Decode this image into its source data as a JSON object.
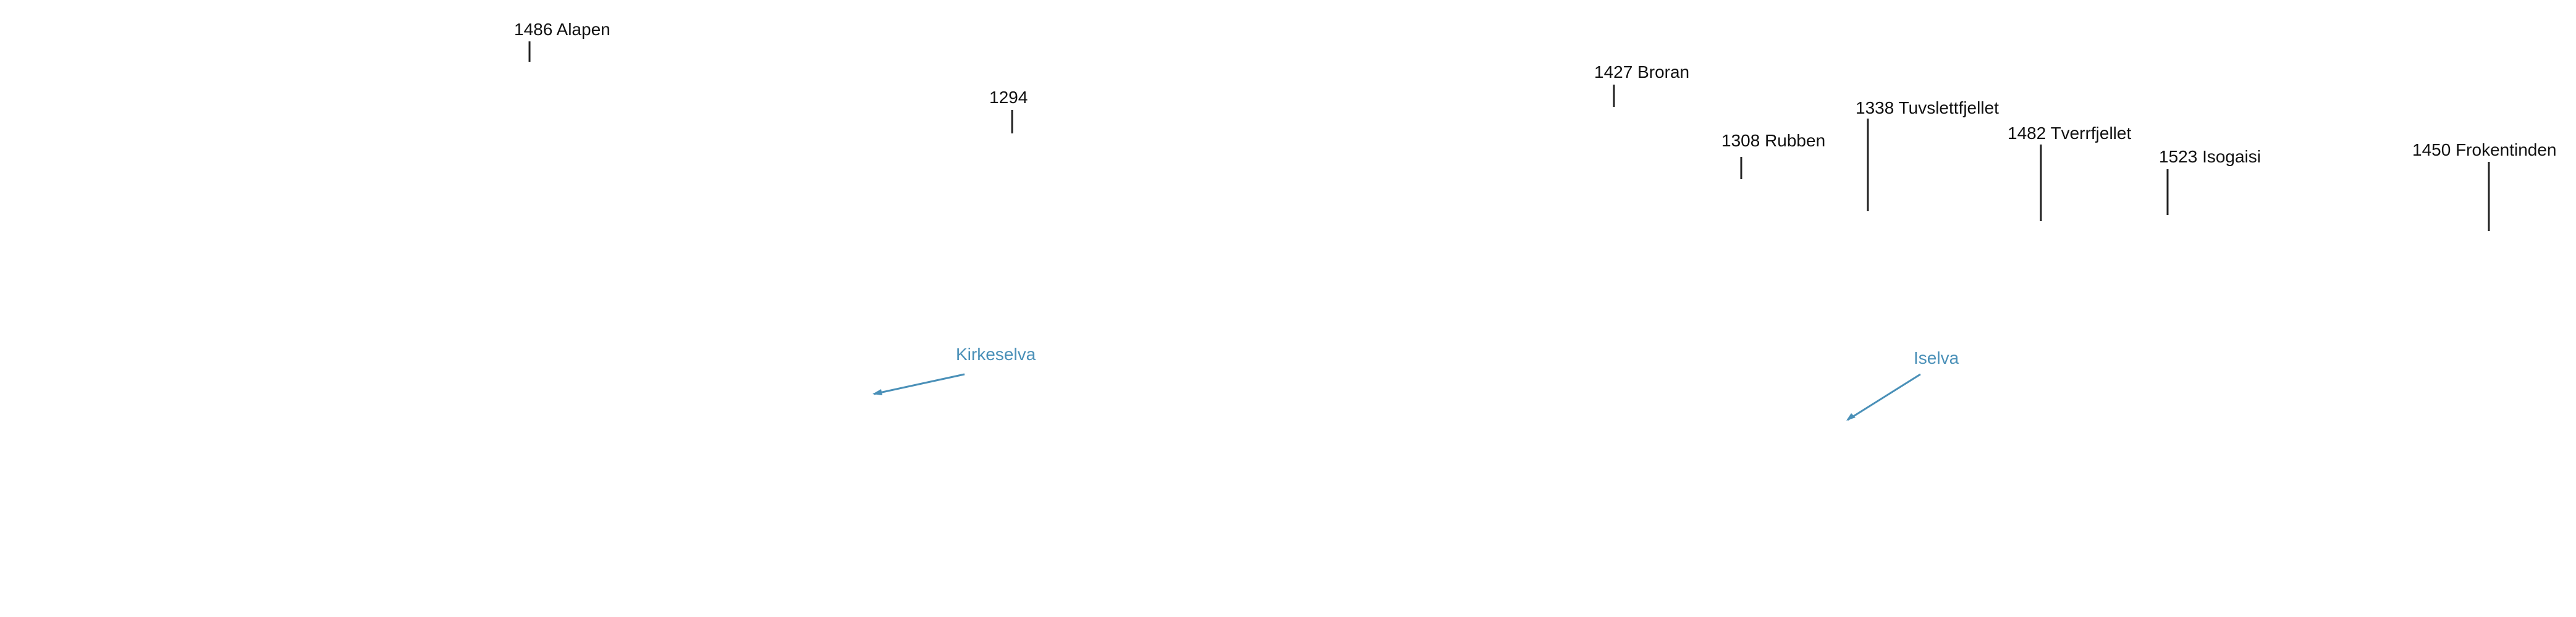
{
  "peaks": [
    {
      "id": "alapen",
      "label": "1486 Alapen"
    },
    {
      "id": "p1294",
      "label": "1294"
    },
    {
      "id": "broran",
      "label": "1427 Broran"
    },
    {
      "id": "rubben",
      "label": "1308 Rubben"
    },
    {
      "id": "tuvslettfjellet",
      "label": "1338 Tuvslettfjellet"
    },
    {
      "id": "tverrfjellet",
      "label": "1482 Tverrfjellet"
    },
    {
      "id": "isogaisi",
      "label": "1523 Isogaisi"
    },
    {
      "id": "frokentinden",
      "label": "1450 Frokentinden"
    }
  ],
  "rivers": [
    {
      "id": "kirkeselva",
      "label": "Kirkeselva"
    },
    {
      "id": "iselva",
      "label": "Iselva"
    }
  ],
  "colors": {
    "peak_text": "#111111",
    "peak_leader": "#222222",
    "river": "#4a90b8"
  }
}
